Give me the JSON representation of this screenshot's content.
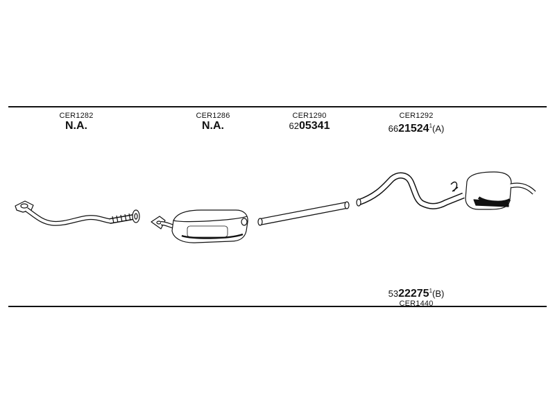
{
  "parts": [
    {
      "code": "CER1282",
      "na": "N.A."
    },
    {
      "code": "CER1286",
      "na": "N.A."
    },
    {
      "code": "CER1290",
      "prefix": "62",
      "main": "05341"
    },
    {
      "code": "CER1292",
      "prefix": "66",
      "main": "21524",
      "marker": "1",
      "suffix": "(A)"
    }
  ],
  "bottom_part": {
    "code": "CER1440",
    "prefix": "53",
    "main": "22275",
    "marker": "1",
    "suffix": "(B)"
  }
}
